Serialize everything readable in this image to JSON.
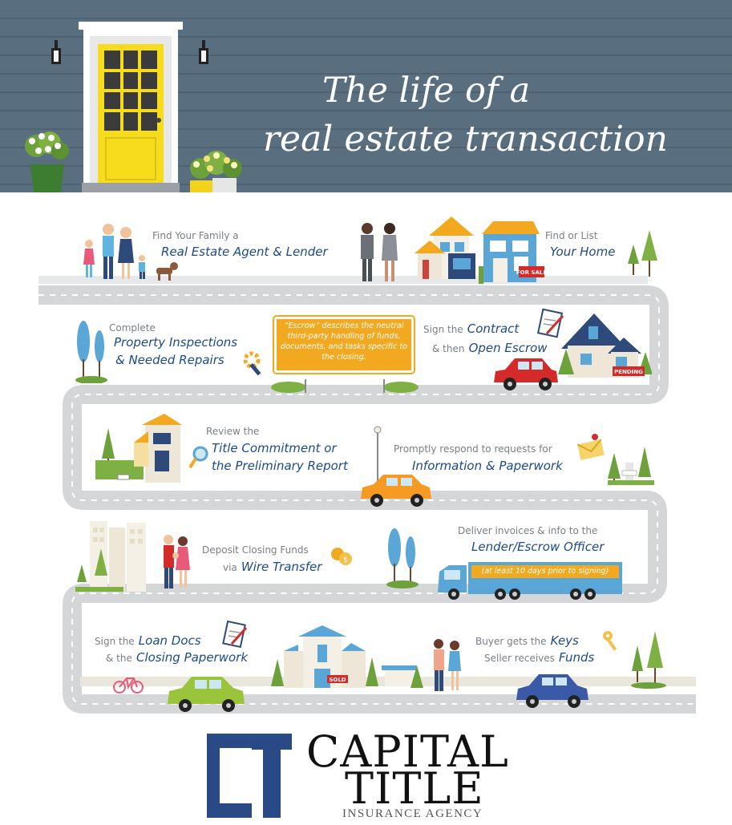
{
  "header": {
    "title_line1": "The life of a",
    "title_line2": "real estate transaction"
  },
  "steps": [
    {
      "id": "step1",
      "small": "Find Your Family a",
      "big": "Real Estate Agent & Lender"
    },
    {
      "id": "step2",
      "small": "Find or List",
      "big": "Your Home"
    },
    {
      "id": "step3",
      "small": "Complete",
      "big_line1": "Property Inspections",
      "big_line2": "& Needed Repairs"
    },
    {
      "id": "step4",
      "small1": "Sign the",
      "big1": "Contract",
      "small2": "& then",
      "big2": "Open Escrow"
    },
    {
      "id": "step5",
      "small": "Review the",
      "big_line1": "Title Commitment or",
      "big_line2": "the Preliminary Report"
    },
    {
      "id": "step6",
      "small": "Promptly respond to requests for",
      "big": "Information & Paperwork"
    },
    {
      "id": "step7",
      "small1": "Deposit Closing Funds",
      "small2": "via",
      "big": "Wire Transfer"
    },
    {
      "id": "step8",
      "small": "Deliver invoices & info to the",
      "big": "Lender/Escrow Officer",
      "note": "(at least 10 days prior to signing)"
    },
    {
      "id": "step9",
      "small1": "Sign the",
      "big1": "Loan Docs",
      "small2": "& the",
      "big2": "Closing Paperwork"
    },
    {
      "id": "step10",
      "small1": "Buyer gets the",
      "big1": "Keys",
      "small2": "Seller receives",
      "big2": "Funds"
    }
  ],
  "escrow_note": {
    "term": "“Escrow”",
    "text": "describes the neutral third-party handling of funds, documents, and tasks specific to the closing."
  },
  "signs": {
    "for_sale": "FOR SALE",
    "pending": "PENDING",
    "sold": "SOLD"
  },
  "logo": {
    "line1": "CAPITAL",
    "line2": "TITLE",
    "line3": "INSURANCE AGENCY"
  },
  "colors": {
    "header_bg": "#596e7e",
    "door": "#f6dc1c",
    "road": "#d4d6d8",
    "heading_blue": "#1c4a8a",
    "escrow_orange": "#f2a81f",
    "car_red": "#d42a2a",
    "car_orange": "#f59a22",
    "car_green": "#9ac43c",
    "car_blue": "#3a5aa8",
    "truck_blue": "#5aa6d6",
    "logo_navy": "#2a4a86"
  }
}
